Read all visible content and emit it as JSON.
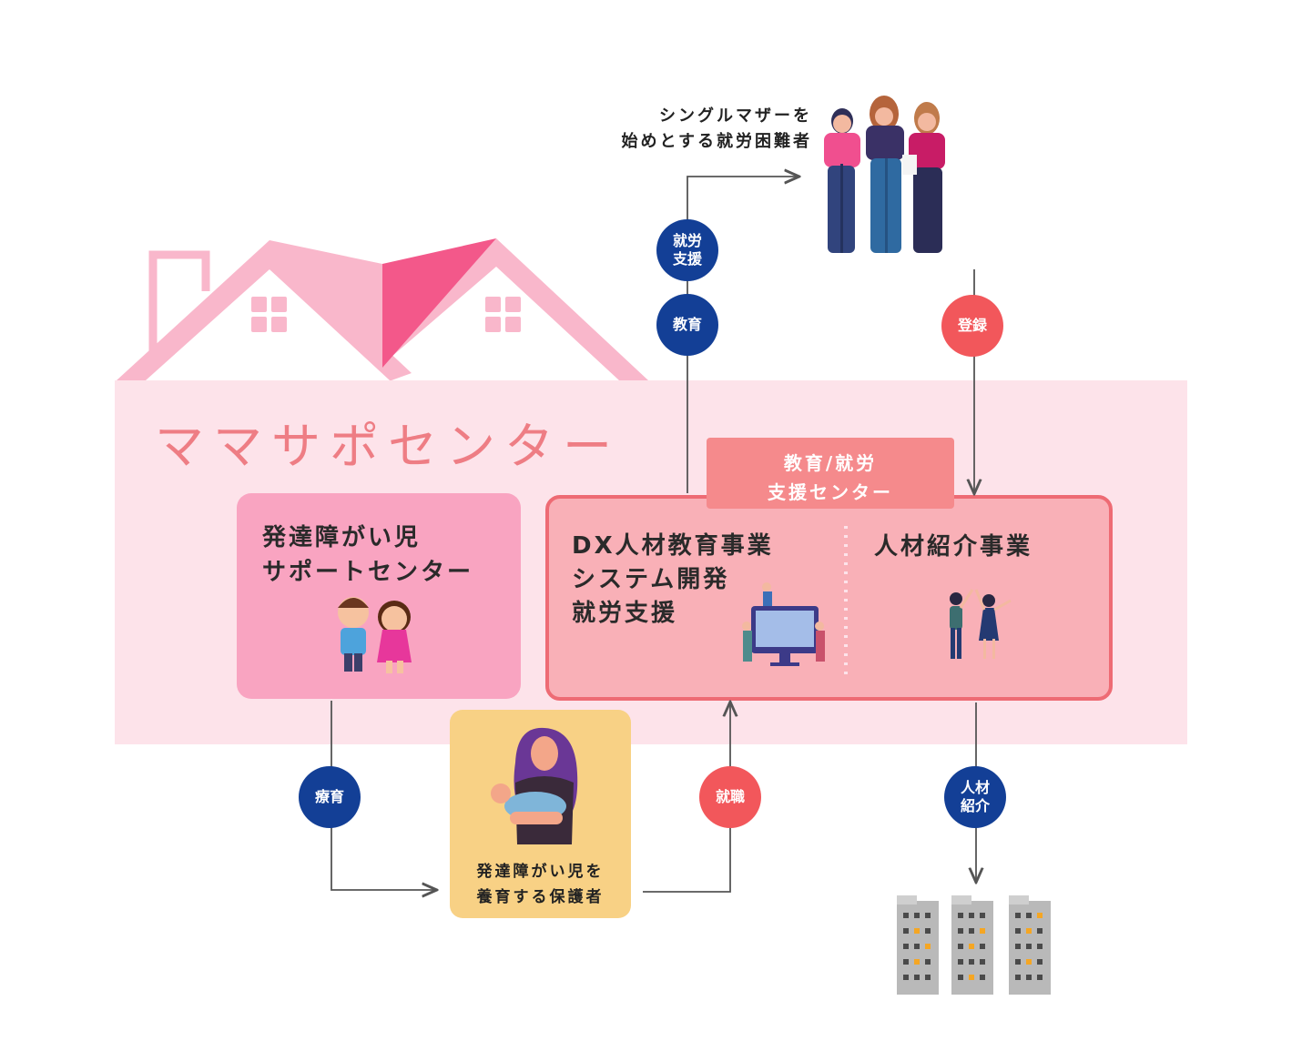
{
  "center": {
    "title": "ママサポセンター"
  },
  "boxes": {
    "dev_support": {
      "line1": "発達障がい児",
      "line2": "サポートセンター"
    },
    "edu_center_tab": {
      "line1": "教育/就労",
      "line2": "支援センター"
    },
    "dx_services": {
      "line1": "DX人材教育事業",
      "line2": "システム開発",
      "line3": "就労支援"
    },
    "hr_service": {
      "label": "人材紹介事業"
    },
    "guardian": {
      "line1": "発達障がい児を",
      "line2": "養育する保護者"
    }
  },
  "top_label": {
    "line1": "シングルマザーを",
    "line2": "始めとする就労困難者"
  },
  "badges": {
    "job_support": {
      "line1": "就労",
      "line2": "支援"
    },
    "education": {
      "label": "教育"
    },
    "registration": {
      "label": "登録"
    },
    "therapy": {
      "label": "療育"
    },
    "employment": {
      "label": "就職"
    },
    "referral": {
      "line1": "人材",
      "line2": "紹介"
    }
  },
  "colors": {
    "navy": "#133f96",
    "red": "#f2575b",
    "pink_light": "#fde3ea",
    "roof_pink": "#f9b7cb",
    "roof_magenta": "#f3588a",
    "box_pink": "#f9a4c1",
    "box_salmon": "#f9b0b7",
    "box_border": "#ee6b74",
    "tab": "#f58a8c",
    "guardian_bg": "#f8d185",
    "text_title": "#ee7d84"
  }
}
